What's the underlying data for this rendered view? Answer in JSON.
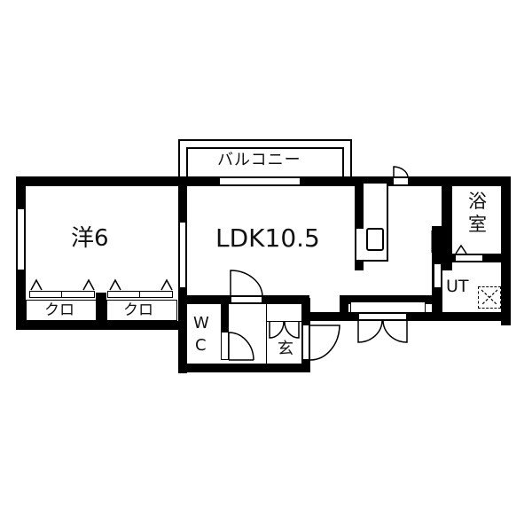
{
  "floor_plan": {
    "rooms": [
      {
        "id": "western-room",
        "label": "洋6",
        "type": "Western-style room",
        "size_jo": 6
      },
      {
        "id": "ldk",
        "label": "LDK10.5",
        "type": "Living/Dining/Kitchen",
        "size_jo": 10.5
      },
      {
        "id": "bath",
        "label": "浴室",
        "type": "Bathroom"
      },
      {
        "id": "utility",
        "label": "UT",
        "type": "Utility"
      },
      {
        "id": "toilet",
        "label": "WC",
        "type": "Toilet"
      },
      {
        "id": "entrance",
        "label": "玄",
        "type": "Entrance"
      },
      {
        "id": "closet-1",
        "label": "クロ",
        "type": "Closet"
      },
      {
        "id": "closet-2",
        "label": "クロ",
        "type": "Closet"
      },
      {
        "id": "balcony",
        "label": "バルコニー",
        "type": "Balcony"
      }
    ],
    "labels": {
      "western": "洋6",
      "ldk": "LDK10.5",
      "bath_1": "浴",
      "bath_2": "室",
      "ut": "UT",
      "wc_1": "W",
      "wc_2": "C",
      "entrance": "玄",
      "closet_1": "クロ",
      "closet_2": "クロ",
      "balcony": "バルコニー"
    },
    "colors": {
      "wall": "#000000",
      "background": "#ffffff"
    }
  }
}
